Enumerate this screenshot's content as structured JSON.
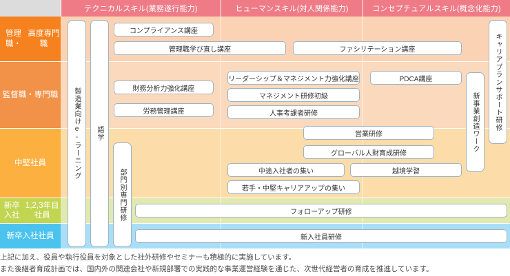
{
  "header": {
    "corner_label": "",
    "columns": [
      {
        "label": "テクニカルスキル(業務遂行能力)"
      },
      {
        "label": "ヒューマンスキル(対人関係能力)"
      },
      {
        "label": "コンセプチュアルスキル(概念化能力)"
      }
    ]
  },
  "levels": [
    {
      "label": "管理職・\n高度専門職",
      "color": "#f5821f"
    },
    {
      "label": "監督職・\n専門職",
      "color": "#f29148"
    },
    {
      "label": "中堅社員",
      "color": "#fcb040"
    },
    {
      "label": "新卒入社\n1,2,3年目社員",
      "color": "#c2d551"
    },
    {
      "label": "新卒入社社員",
      "color": "#4cc3ef"
    }
  ],
  "band_colors": {
    "row1": "#fbd3b4",
    "row2": "#fbd9bd",
    "row3": "#fcdca8",
    "row4": "#e2e9b0",
    "row5": "#a8def7"
  },
  "vertical_programs": [
    {
      "label": "製造業向けe-ラーニング"
    },
    {
      "label": "語学"
    },
    {
      "label": "部門別専門研修"
    },
    {
      "label": "新事業創造ワーク"
    },
    {
      "label": "キャリアプランサポート研修"
    }
  ],
  "courses": [
    {
      "label": "コンプライアンス講座"
    },
    {
      "label": "管理職学び直し講座"
    },
    {
      "label": "ファシリテーション講座"
    },
    {
      "label": "財務分析力強化講座"
    },
    {
      "label": "労務管理講座"
    },
    {
      "label": "リーダーシップ＆マネジメント力強化講座"
    },
    {
      "label": "マネジメント研修初級"
    },
    {
      "label": "人事考課者研修"
    },
    {
      "label": "PDCA講座"
    },
    {
      "label": "営業研修"
    },
    {
      "label": "グローバル人財育成研修"
    },
    {
      "label": "中途入社者の集い"
    },
    {
      "label": "越境学習"
    },
    {
      "label": "若手・中堅キャリアアップの集い"
    },
    {
      "label": "フォローアップ研修"
    },
    {
      "label": "新入社員研修"
    }
  ],
  "footer": {
    "line1": "上記に加え、役員や執行役員を対象とした社外研修やセミナーも積極的に実施しています。",
    "line2": "また後継者育成計画では、国内外の関連会社や新規部署での実践的な事業運営経験を通じた、次世代経営者の育成を推進しています。"
  }
}
